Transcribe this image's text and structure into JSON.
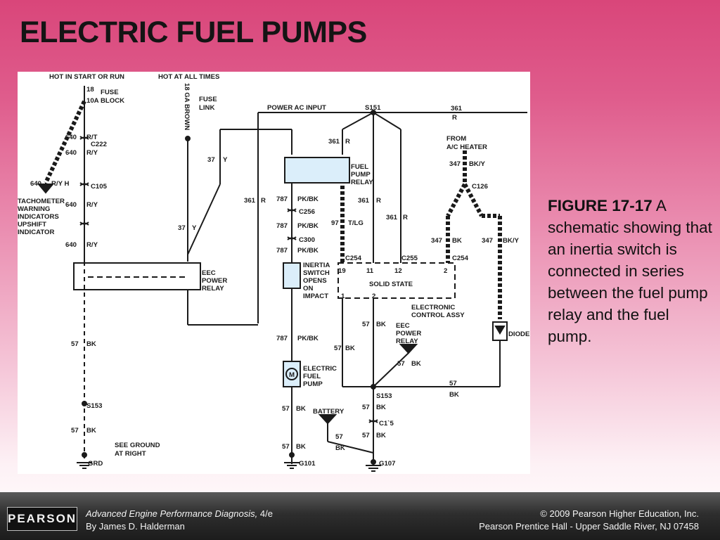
{
  "slide": {
    "title": "ELECTRIC FUEL PUMPS"
  },
  "caption": {
    "figure_label": "FIGURE 17-17",
    "text": " A schematic showing that an inertia switch is connected in series between the fuel pump relay and the fuel pump."
  },
  "footer": {
    "logo": "PEARSON",
    "book_title": "Advanced Engine Performance Diagnosis,",
    "edition": " 4/e",
    "author": "By James D. Halderman",
    "copyright": "© 2009 Pearson Higher Education, Inc.",
    "publisher": "Pearson Prentice Hall - Upper Saddle River, NJ 07458"
  },
  "diagram": {
    "hot_in_start_or_run": "HOT IN START OR RUN",
    "hot_at_all_times": "HOT AT ALL TIMES",
    "fuse_18": "18",
    "fuse_10a": "10A",
    "fuse_block_1": "FUSE",
    "fuse_block_2": "BLOCK",
    "ga_brown": "18 GA BROWN",
    "fuse_link_1": "FUSE",
    "fuse_link_2": "LINK",
    "power_ac_input": "POWER AC INPUT",
    "s151": "S151",
    "w361_top": "361",
    "r_top": "R",
    "w640_rt": "640",
    "rt": "R/T",
    "c222": "C222",
    "w640_ry1": "640",
    "ry1": "R/Y",
    "w37_y1": "37",
    "y1": "Y",
    "w361_r1": "361",
    "r1": "R",
    "from_1": "FROM",
    "from_2": "A/C HEATER",
    "w347_bky": "347",
    "bky": "BK/Y",
    "fuel_pump_relay_1": "FUEL",
    "fuel_pump_relay_2": "PUMP",
    "fuel_pump_relay_3": "RELAY",
    "w640_ryh": "640",
    "ryh": "R/Y H",
    "c105": "C105",
    "c126": "C126",
    "tacho_1": "TACHOMETER",
    "tacho_2": "WARNING",
    "tacho_3": "INDICATORS",
    "tacho_4": "UPSHIFT",
    "tacho_5": "INDICATOR",
    "w640_ry2": "640",
    "ry2": "R/Y",
    "w361_r2": "361",
    "r2": "R",
    "w787_pkbk1": "787",
    "pkbk1": "PK/BK",
    "w361_r3": "361",
    "r3": "R",
    "c256": "C256",
    "w361_r4": "361",
    "r4": "R",
    "w37_y2": "37",
    "y2": "Y",
    "w787_pkbk2": "787",
    "pkbk2": "PK/BK",
    "w97": "97",
    "tlg": "T/LG",
    "w347_bk": "347",
    "bk347": "BK",
    "w347_bky2": "347",
    "bky2": "BK/Y",
    "c300": "C300",
    "w640_ry3": "640",
    "ry3": "R/Y",
    "w787_pkbk3": "787",
    "pkbk3": "PK/BK",
    "c254a": "C254",
    "c255": "C255",
    "c254b": "C254",
    "inertia_1": "INERTIA",
    "inertia_2": "SWITCH",
    "inertia_3": "OPENS",
    "inertia_4": "ON",
    "inertia_5": "IMPACT",
    "pin19": "19",
    "pin11": "11",
    "pin12": "12",
    "pin2": "2",
    "eec_1": "EEC",
    "eec_2": "POWER",
    "eec_3": "RELAY",
    "solid_state": "SOLID STATE",
    "pin1b": "1",
    "pin2b": "2",
    "eca_1": "ELECTRONIC",
    "eca_2": "CONTROL ASSY",
    "w57_bk_a": "57",
    "bk_a": "BK",
    "eec2_1": "EEC",
    "eec2_2": "POWER",
    "eec2_3": "RELAY",
    "diode": "DIODE",
    "w787_pkbk4": "787",
    "pkbk4": "PK/BK",
    "w57_bk_b": "57",
    "bk_b": "BK",
    "w57_bk_c": "57",
    "bk_c": "BK",
    "w57_bk_left": "57",
    "bk_left": "BK",
    "efp_1": "ELECTRIC",
    "efp_2": "FUEL",
    "efp_3": "PUMP",
    "w57_bk_d": "57",
    "bk_d": "BK",
    "s153_right": "S153",
    "s153_left": "S153",
    "w57_bk_e": "57",
    "bk_e": "BK",
    "battery": "BATTERY",
    "w57_bk_f": "57",
    "bk_f": "BK",
    "c15": "C1`5",
    "w57_bk_left2": "57",
    "bk_left2": "BK",
    "w57_bk_g": "57",
    "bk_g": "BK",
    "w57_bk_h": "57",
    "bk_h": "BK",
    "w57_bk_i": "57",
    "bk_i": "BK",
    "see_ground_1": "SEE GROUND",
    "see_ground_2": "AT RIGHT",
    "grd": "GRD",
    "g101": "G101",
    "g107": "G107",
    "motor_m": "M"
  }
}
